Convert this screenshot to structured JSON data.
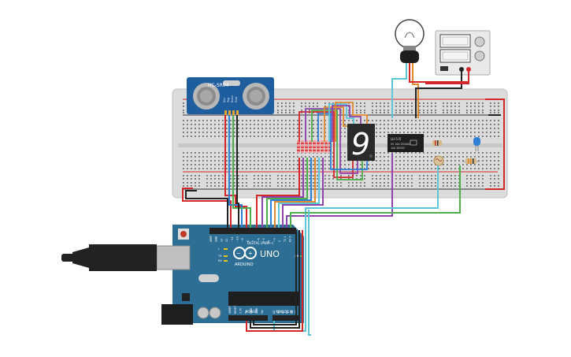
{
  "sensor": {
    "model": "HC-SR04",
    "pins": [
      "Vcc",
      "Trig",
      "Echo",
      "Gnd"
    ]
  },
  "display": {
    "digit": "9"
  },
  "relay": {
    "text_lines": [
      "LU-5-R",
      "5V 10A 250VAC",
      "10A 30VDC"
    ]
  },
  "arduino": {
    "brand": "ARDUINO",
    "model": "UNO",
    "digital_label": "DIGITAL (PWM~)",
    "power_label": "POWER",
    "analog_label": "ANALOG IN",
    "led_labels": [
      "L",
      "TX",
      "RX",
      "ON"
    ],
    "digital_pins": [
      "AREF",
      "GND",
      "13",
      "12",
      "~11",
      "~10",
      "~9",
      "8",
      "7",
      "~6",
      "~5",
      "4",
      "~3",
      "2",
      "TX 1",
      "RX 0"
    ],
    "power_pins": [
      "IOREF",
      "RESET",
      "3.3V",
      "5V",
      "GND",
      "GND",
      "Vin"
    ],
    "analog_pins": [
      "A0",
      "A1",
      "A2",
      "A3",
      "A4",
      "A5"
    ]
  },
  "colors": {
    "breadboard": "#dcdcdc",
    "arduino_board": "#2c6e94",
    "sensor_board": "#1f5e9e",
    "wire_red": "#d4272b",
    "wire_black": "#222222",
    "wire_cyan": "#5bc6d8",
    "wire_orange": "#e08a2e",
    "wire_purple": "#8e44ad",
    "wire_green": "#4cae4c",
    "wire_blue": "#2e7fd6",
    "seg_on": "#ffffff",
    "seg_body": "#2a2a2a"
  }
}
